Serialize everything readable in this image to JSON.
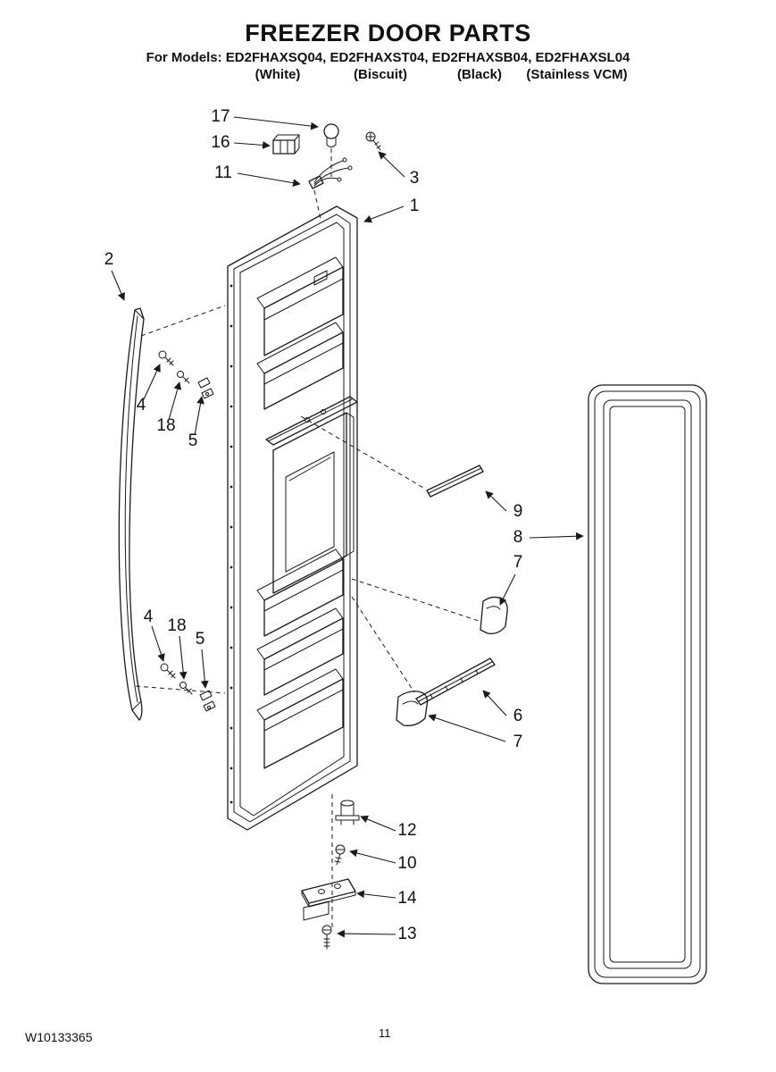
{
  "header": {
    "title": "FREEZER DOOR PARTS",
    "models_line": "For Models: ED2FHAXSQ04, ED2FHAXST04, ED2FHAXSB04, ED2FHAXSL04",
    "colors": [
      "(White)",
      "(Biscuit)",
      "(Black)",
      "(Stainless VCM)"
    ]
  },
  "callouts": [
    {
      "label": "17"
    },
    {
      "label": "16"
    },
    {
      "label": "11"
    },
    {
      "label": "3"
    },
    {
      "label": "1"
    },
    {
      "label": "2"
    },
    {
      "label": "4"
    },
    {
      "label": "18"
    },
    {
      "label": "5"
    },
    {
      "label": "9"
    },
    {
      "label": "8"
    },
    {
      "label": "7"
    },
    {
      "label": "4"
    },
    {
      "label": "18"
    },
    {
      "label": "5"
    },
    {
      "label": "6"
    },
    {
      "label": "7"
    },
    {
      "label": "12"
    },
    {
      "label": "10"
    },
    {
      "label": "14"
    },
    {
      "label": "13"
    }
  ],
  "footer": {
    "doc_number": "W10133365",
    "page_number": "11"
  }
}
